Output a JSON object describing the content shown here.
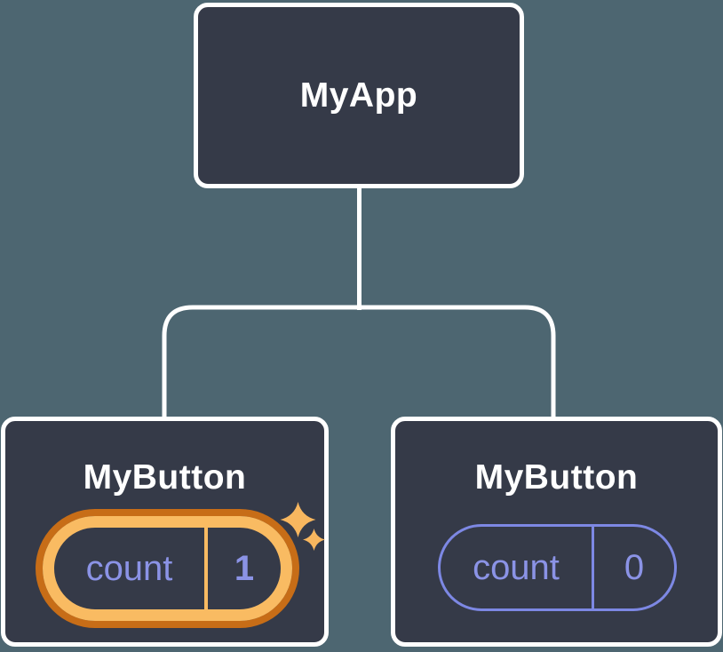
{
  "colors": {
    "background": "#4d6671",
    "node_fill": "#353a48",
    "node_border": "#ffffff",
    "title_text": "#ffffff",
    "purple_text": "#8b93e6",
    "purple_border": "#7d88e4",
    "orange_dark": "#c76d17",
    "orange_light": "#f9bb62",
    "sparkle": "#f8b75f",
    "connector": "#ffffff"
  },
  "diagram": {
    "type": "component-tree",
    "root": {
      "label": "MyApp"
    },
    "children": [
      {
        "label": "MyButton",
        "state": {
          "name": "count",
          "value": "1"
        },
        "highlighted": true,
        "badge_icon": "sparkles"
      },
      {
        "label": "MyButton",
        "state": {
          "name": "count",
          "value": "0"
        },
        "highlighted": false
      }
    ]
  }
}
